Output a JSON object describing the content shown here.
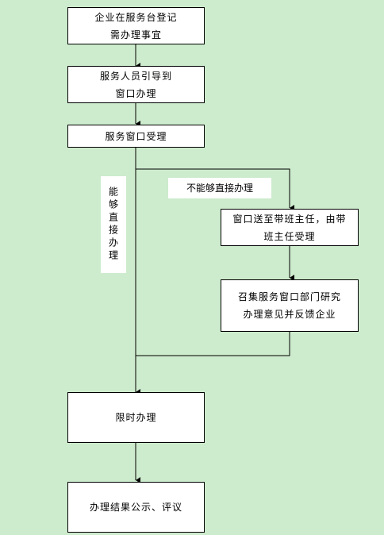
{
  "nodes": {
    "register": "企业在服务台登记\n需办理事宜",
    "guide": "服务人员引导到\n窗口办理",
    "accept": "服务窗口受理",
    "shift_leader": "窗口送至带班主任，由带\n班主任受理",
    "research": "召集服务窗口部门研究\n办理意见并反馈企业",
    "time_limit": "限时办理",
    "publish": "办理结果公示、评议"
  },
  "labels": {
    "can_direct": "能够直接办理",
    "cannot_direct": "不能够直接办理"
  },
  "colors": {
    "background": "#cdebcd",
    "box": "#ffffff",
    "line": "#000000"
  }
}
